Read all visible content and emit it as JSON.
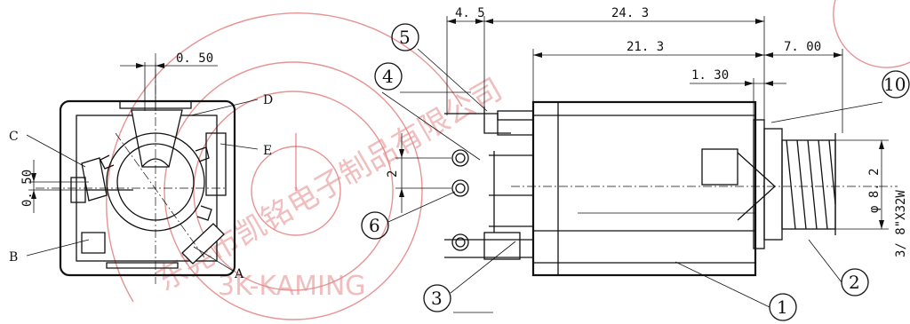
{
  "dimensions": {
    "top_small": "4. 5",
    "overall_length": "24. 3",
    "body_length": "21. 3",
    "thread_length": "7. 00",
    "flange": "1. 30",
    "front_width": "0. 50",
    "pin_pitch": "2",
    "side_offset": "0. 50",
    "diameter": "φ 8. 2",
    "thread_spec": "3/ 8\"X32W"
  },
  "front_view_labels": {
    "a": "A",
    "b": "B",
    "c": "C",
    "d": "D",
    "e": "E"
  },
  "balloons": [
    "1",
    "2",
    "3",
    "4",
    "5",
    "6",
    "10"
  ],
  "watermark": {
    "company_text": "东莞市凯铭电子制品有限公司",
    "brand": "3K-KAMING"
  },
  "colors": {
    "line": "#111111",
    "watermark": "#d43a3a"
  }
}
